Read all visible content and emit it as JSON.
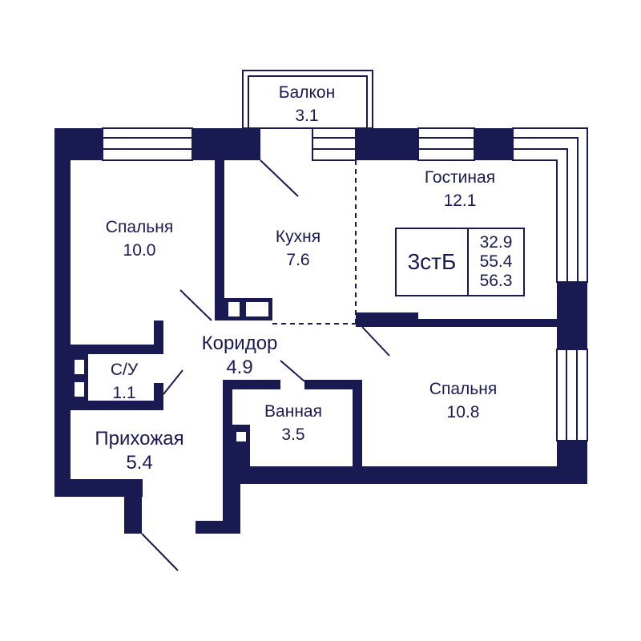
{
  "colors": {
    "wall": "#1a1a52",
    "background": "#ffffff"
  },
  "rooms": {
    "balcony": {
      "name": "Балкон",
      "area": "3.1"
    },
    "living": {
      "name": "Гостиная",
      "area": "12.1"
    },
    "bedroom1": {
      "name": "Спальня",
      "area": "10.0"
    },
    "kitchen": {
      "name": "Кухня",
      "area": "7.6"
    },
    "corridor": {
      "name": "Коридор",
      "area": "4.9"
    },
    "wc": {
      "name": "С/У",
      "area": "1.1"
    },
    "bathroom": {
      "name": "Ванная",
      "area": "3.5"
    },
    "bedroom2": {
      "name": "Спальня",
      "area": "10.8"
    },
    "hallway": {
      "name": "Прихожая",
      "area": "5.4"
    }
  },
  "summary": {
    "type": "3стБ",
    "living_area": "32.9",
    "total_area": "55.4",
    "total_area_with_balcony": "56.3"
  }
}
